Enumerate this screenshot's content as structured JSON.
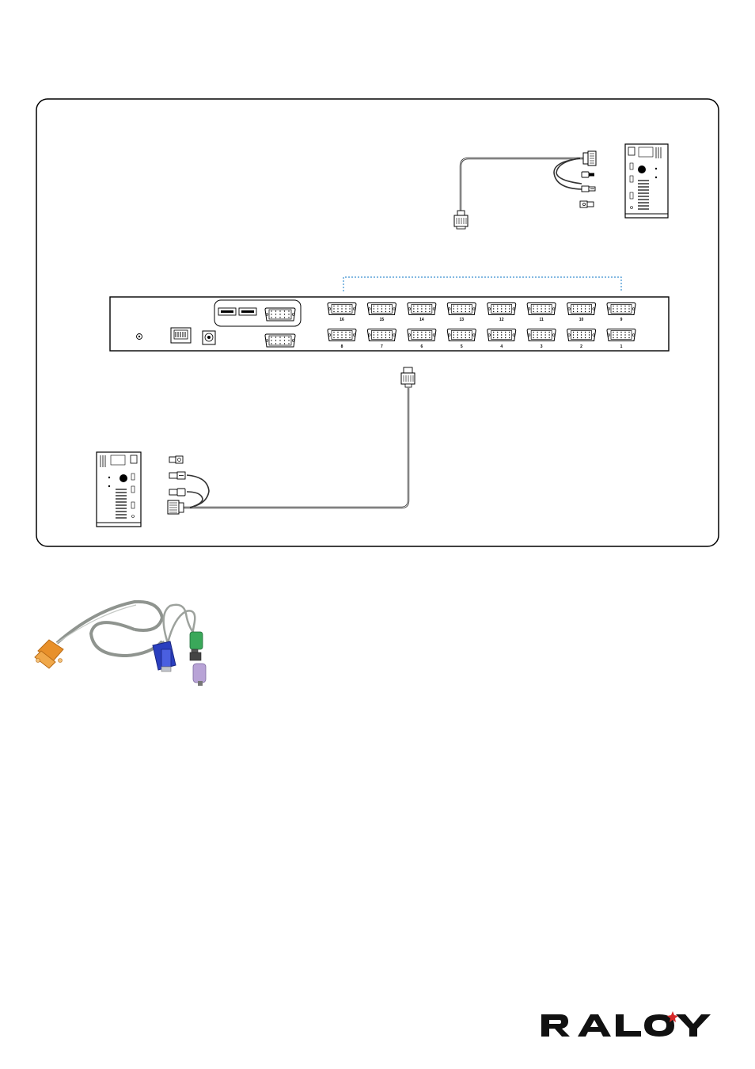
{
  "switch": {
    "ports_top": [
      "16",
      "15",
      "14",
      "13",
      "12",
      "11",
      "10",
      "9"
    ],
    "ports_bottom": [
      "8",
      "7",
      "6",
      "5",
      "4",
      "3",
      "2",
      "1"
    ]
  },
  "logo": {
    "text": "RALOY",
    "accent_color": "#d62828"
  },
  "colors": {
    "line": "#000000",
    "cable": "#333333",
    "dotted_bracket": "#3a8fd0",
    "photo_orange": "#e8902a",
    "photo_blue": "#2a3fbf",
    "photo_green": "#3aa85a",
    "photo_lilac": "#b8a3d6"
  }
}
